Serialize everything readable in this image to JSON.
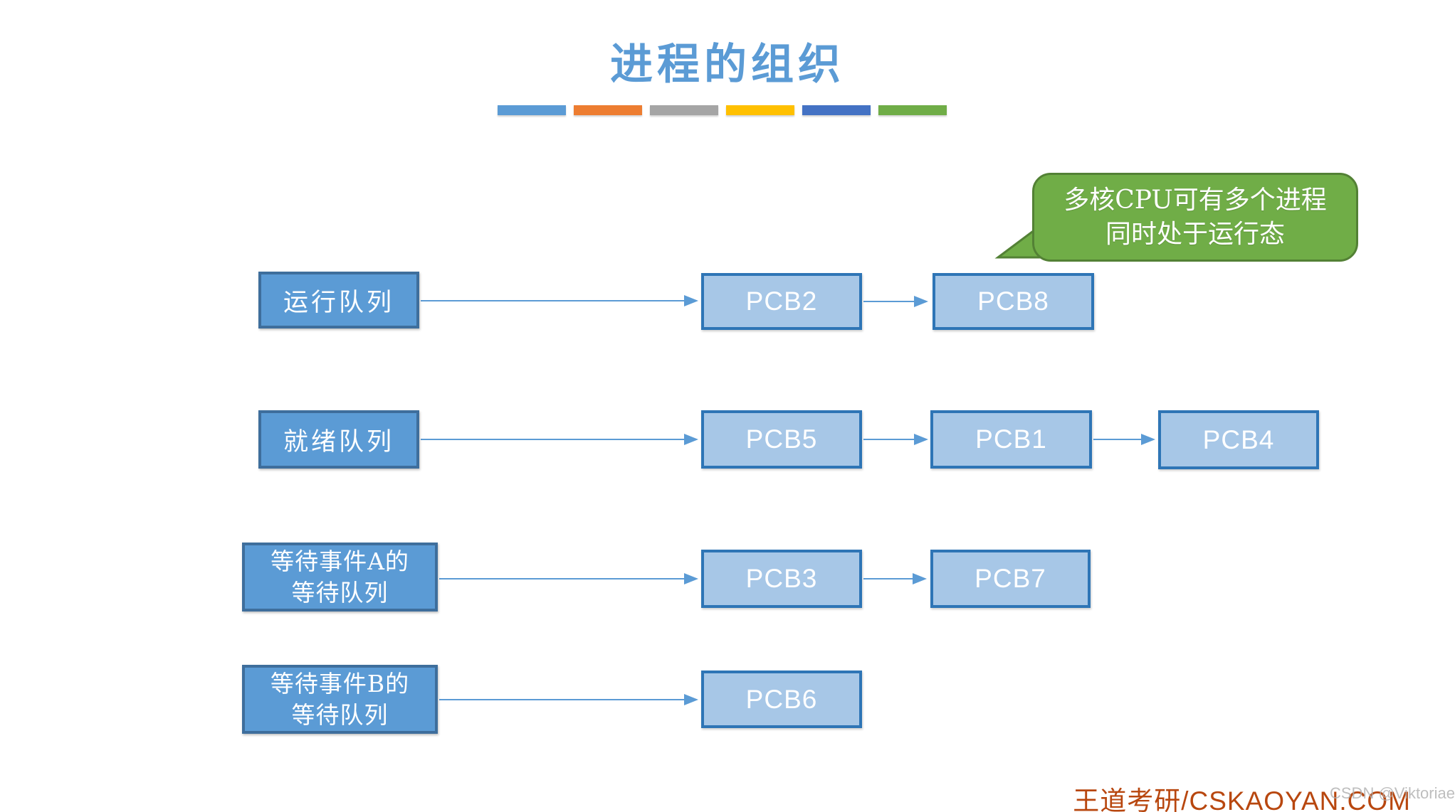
{
  "slide": {
    "title": "进程的组织",
    "title_color": "#5B9BD5"
  },
  "accent_bars": {
    "colors": [
      "#5B9BD5",
      "#ED7D31",
      "#A5A5A5",
      "#FFC000",
      "#4472C4",
      "#70AD47"
    ]
  },
  "callout": {
    "lines": [
      "多核CPU可有多个进程",
      "同时处于运行态"
    ],
    "fill": "#70AD47",
    "border_color": "#538135",
    "text_color": "#FFFFFF"
  },
  "queues": [
    {
      "id": "running-queue",
      "label_lines": [
        "运行队列"
      ],
      "pcbs": [
        "PCB2",
        "PCB8"
      ]
    },
    {
      "id": "ready-queue",
      "label_lines": [
        "就绪队列"
      ],
      "pcbs": [
        "PCB5",
        "PCB1",
        "PCB4"
      ]
    },
    {
      "id": "wait-queue-a",
      "label_lines": [
        "等待事件A的",
        "等待队列"
      ],
      "pcbs": [
        "PCB3",
        "PCB7"
      ]
    },
    {
      "id": "wait-queue-b",
      "label_lines": [
        "等待事件B的",
        "等待队列"
      ],
      "pcbs": [
        "PCB6"
      ]
    }
  ],
  "edges": [
    {
      "from": "运行队列",
      "to": "PCB2"
    },
    {
      "from": "PCB2",
      "to": "PCB8"
    },
    {
      "from": "就绪队列",
      "to": "PCB5"
    },
    {
      "from": "PCB5",
      "to": "PCB1"
    },
    {
      "from": "PCB1",
      "to": "PCB4"
    },
    {
      "from": "等待事件A的等待队列",
      "to": "PCB3"
    },
    {
      "from": "PCB3",
      "to": "PCB7"
    },
    {
      "from": "等待事件B的等待队列",
      "to": "PCB6"
    }
  ],
  "styles": {
    "queue_fill": "#5B9BD5",
    "queue_border": "#3E6E9C",
    "pcb_fill": "#A7C7E7",
    "pcb_border": "#2E75B6",
    "arrow_color": "#5B9BD5"
  },
  "watermark": {
    "brand": "王道考研/CSKAOYAN.COM",
    "brand_color": "#B8470F",
    "overlay": "CSDN @Viktoriae"
  }
}
